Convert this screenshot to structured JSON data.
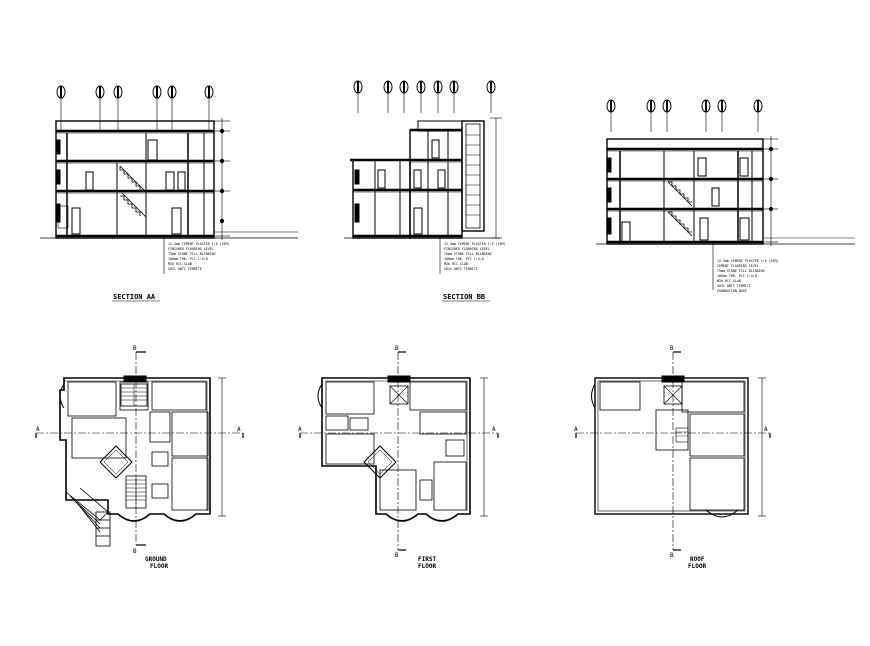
{
  "sections": [
    {
      "id": "aa",
      "title": "SECTION AA",
      "notes": [
        "12.5mm CEMENT PLASTER 1:6 (SIM)",
        "FINISHED FLOORING LEVEL",
        "75mm STONE FILL BLINDING",
        "100mm THK. PCC 1:4:8",
        "M20 RCC SLAB",
        "SOIL ANTI TERMITE"
      ]
    },
    {
      "id": "bb",
      "title": "SECTION BB",
      "notes": [
        "12.5mm CEMENT PLASTER 1:6 (SIM)",
        "FINISHED FLOORING LEVEL",
        "75mm STONE FILL BLINDING",
        "100mm THK. PCC 1:4:8",
        "M20 RCC SLAB",
        "SOIL ANTI TERMITE"
      ]
    },
    {
      "id": "cc",
      "title": "",
      "notes": [
        "12.5mm CEMENT PLASTER 1:6 (SIM)",
        "CEMENT FLOORING LEVEL",
        "75mm STONE FILL BLINDING",
        "100mm THK. PCC 1:4:8",
        "M20 RCC SLAB",
        "SOIL ANTI TERMITE",
        "FOUNDATION BASE"
      ]
    }
  ],
  "plans": [
    {
      "id": "ground",
      "title_line1": "GROUND",
      "title_line2": "FLOOR",
      "marker_a": "A",
      "marker_b": "B"
    },
    {
      "id": "first",
      "title_line1": "FIRST",
      "title_line2": "FLOOR",
      "marker_a": "A",
      "marker_b": "B"
    },
    {
      "id": "roof",
      "title_line1": "ROOF",
      "title_line2": "FLOOR",
      "marker_a": "A",
      "marker_b": "B"
    }
  ]
}
